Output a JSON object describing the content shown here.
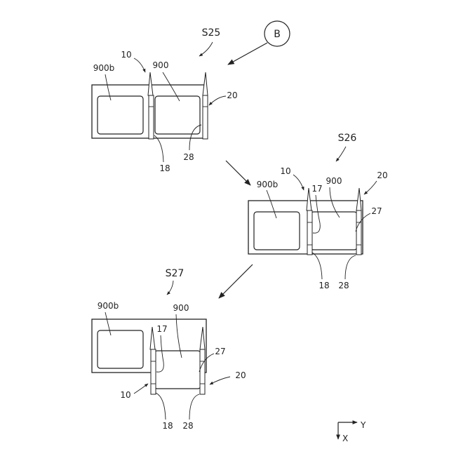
{
  "labels": {
    "connector": "B",
    "s25": "S25",
    "s26": "S26",
    "s27": "S27",
    "n900b": "900b",
    "n900": "900",
    "n10": "10",
    "n20": "20",
    "n17": "17",
    "n18": "18",
    "n27": "27",
    "n28": "28",
    "axis_y": "Y",
    "axis_x": "X"
  }
}
